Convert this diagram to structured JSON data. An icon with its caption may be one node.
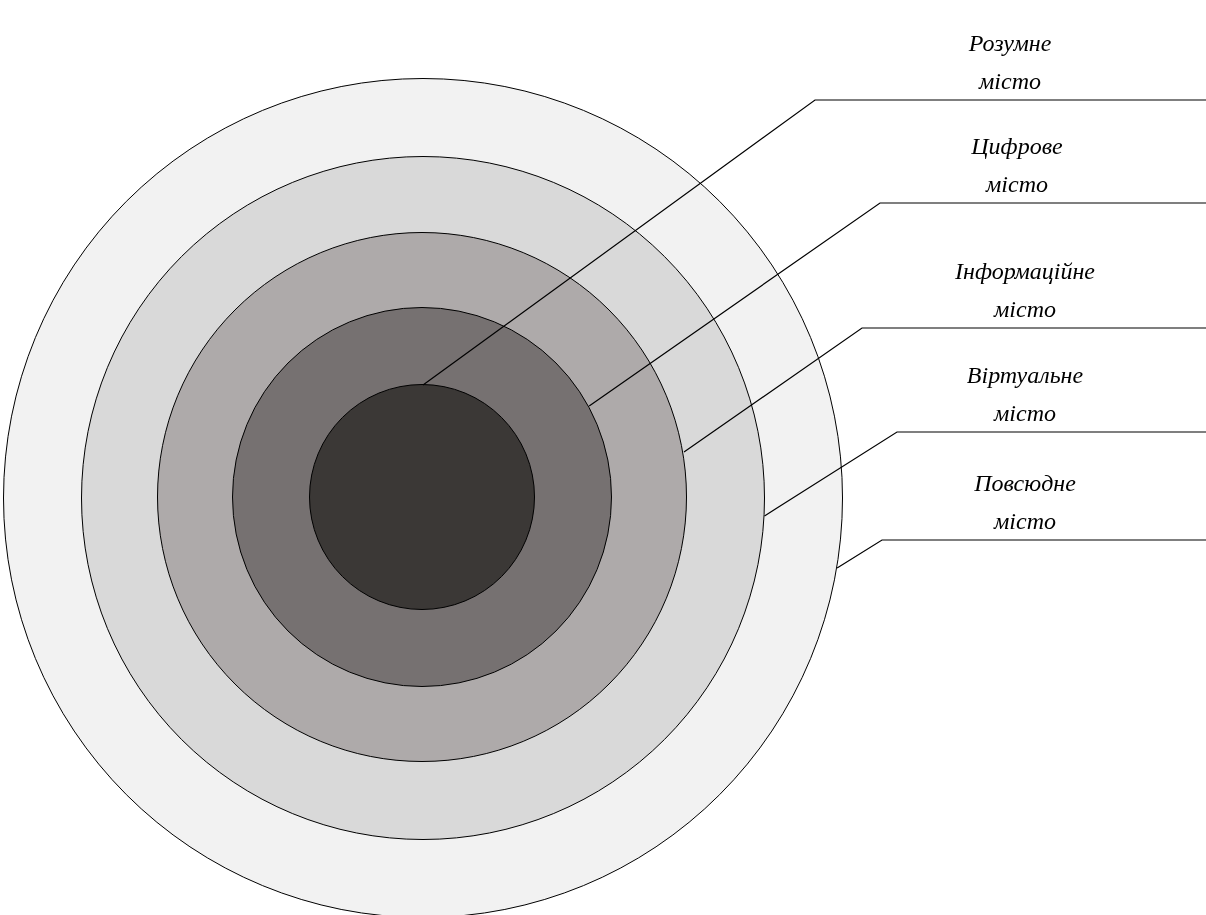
{
  "diagram": {
    "nodes": [
      {
        "text": [],
        "shape": "circle"
      },
      {
        "text": [],
        "shape": "circle",
        "in": 0
      },
      {
        "text": [],
        "shape": "circle",
        "in": 1
      },
      {
        "text": [],
        "shape": "circle",
        "in": 2
      },
      {
        "text": [],
        "shape": "circle",
        "in": 3
      },
      {
        "text": [
          "Розумне місто"
        ]
      },
      {
        "text": [
          "Цифрове місто"
        ]
      },
      {
        "text": [
          "Інформаційне місто"
        ]
      },
      {
        "text": [
          "Віртуальне місто"
        ]
      },
      {
        "text": [
          "Повсюдне місто"
        ]
      }
    ],
    "edges": [
      {
        "from": 5,
        "to": 4,
        "arrow": "none"
      },
      {
        "from": 6,
        "to": 3,
        "arrow": "none"
      },
      {
        "from": 7,
        "to": 2,
        "arrow": "none"
      },
      {
        "from": 8,
        "to": 1,
        "arrow": "none"
      },
      {
        "from": 9,
        "to": 0,
        "arrow": "none"
      }
    ]
  }
}
